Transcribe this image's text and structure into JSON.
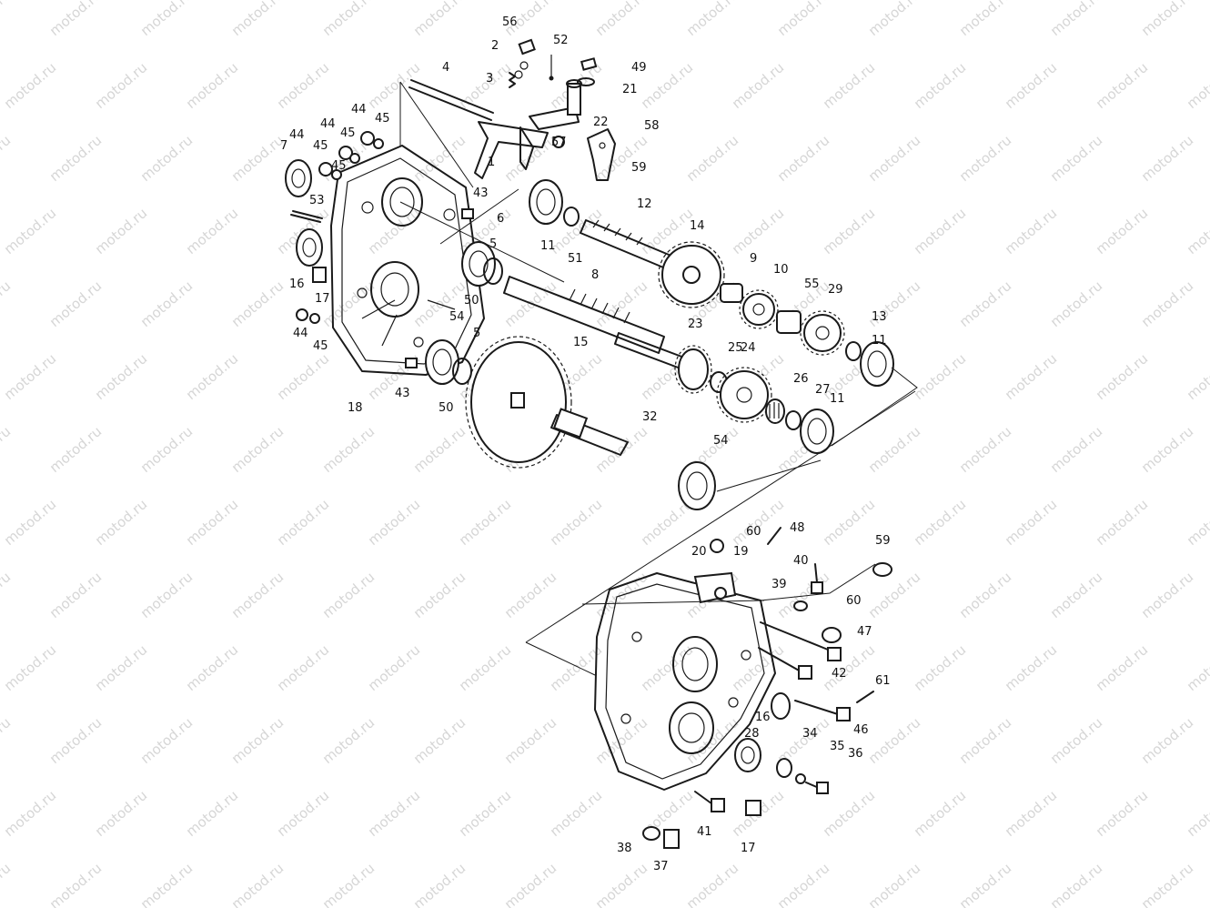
{
  "watermark": "motod.ru",
  "colors": {
    "ink": "#1a1a1a",
    "watermark": "#d6d6d6",
    "background": "#ffffff"
  },
  "callouts": [
    "56",
    "2",
    "52",
    "49",
    "4",
    "3",
    "21",
    "22",
    "1",
    "58",
    "44",
    "45",
    "44",
    "45",
    "57",
    "7",
    "44",
    "45",
    "45",
    "59",
    "53",
    "43",
    "6",
    "11",
    "12",
    "14",
    "51",
    "5",
    "9",
    "10",
    "55",
    "29",
    "16",
    "17",
    "50",
    "8",
    "44",
    "45",
    "54",
    "5",
    "23",
    "25",
    "24",
    "15",
    "13",
    "11",
    "26",
    "27",
    "11",
    "18",
    "43",
    "50",
    "32",
    "54",
    "60",
    "48",
    "59",
    "20",
    "19",
    "40",
    "39",
    "60",
    "47",
    "42",
    "61",
    "16",
    "28",
    "34",
    "46",
    "35",
    "36",
    "41",
    "17",
    "38",
    "37"
  ]
}
